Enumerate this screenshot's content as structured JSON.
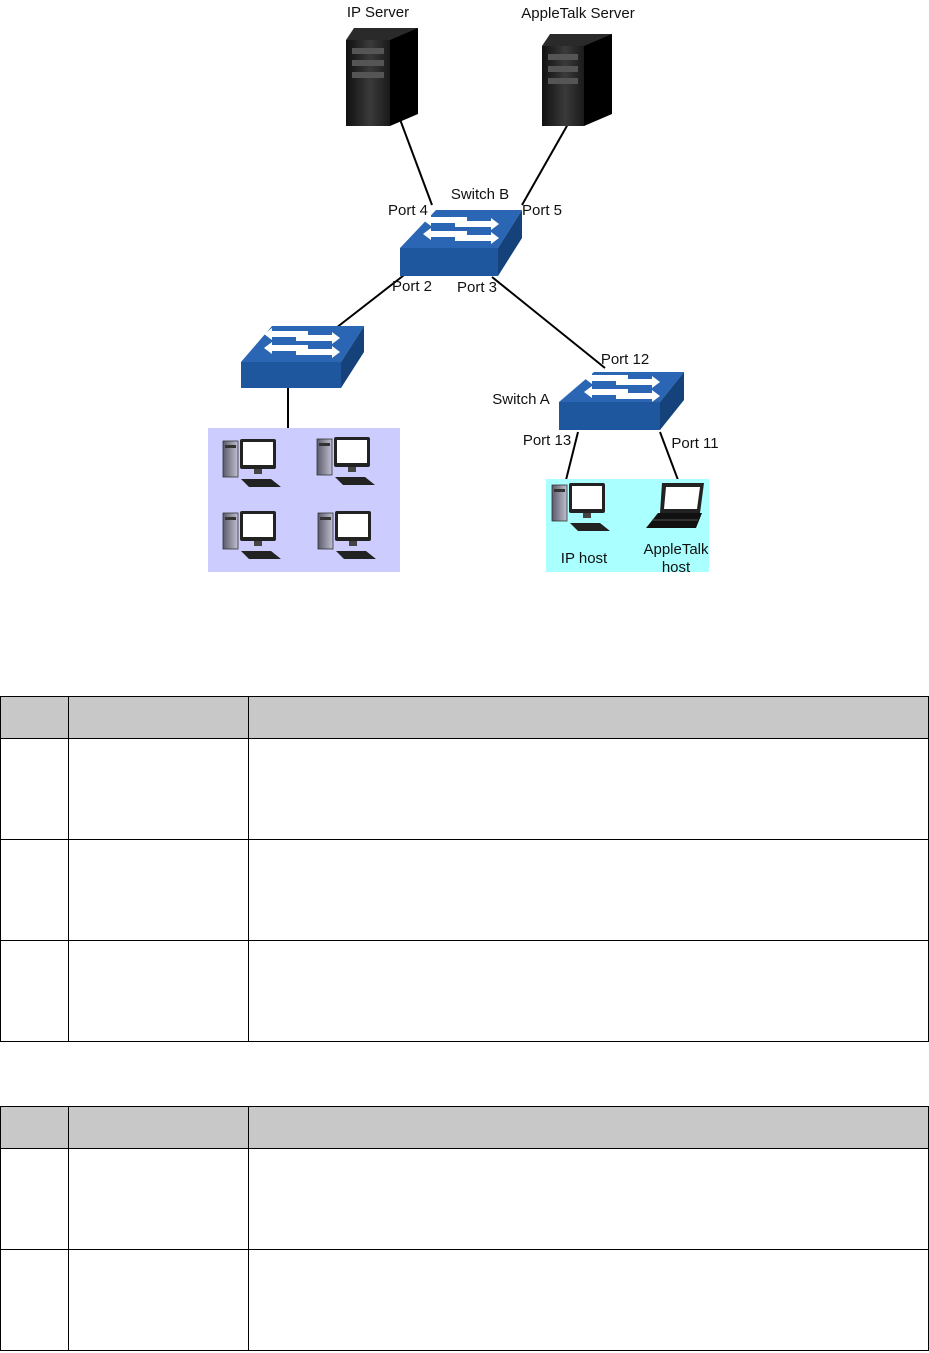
{
  "diagram": {
    "servers": [
      {
        "id": "ip-server",
        "label": "IP Server"
      },
      {
        "id": "appletalk-server",
        "label": "AppleTalk Server"
      }
    ],
    "switches": [
      {
        "id": "switch-b",
        "label": "Switch B"
      },
      {
        "id": "switch-a",
        "label": "Switch A"
      },
      {
        "id": "switch-c",
        "label": ""
      }
    ],
    "ports": {
      "port4": "Port 4",
      "port5": "Port 5",
      "port2": "Port 2",
      "port3": "Port 3",
      "port12": "Port 12",
      "port13": "Port 13",
      "port11": "Port 11"
    },
    "hosts": {
      "ip_host": "IP host",
      "appletalk_host_line1": "AppleTalk",
      "appletalk_host_line2": "host"
    },
    "colors": {
      "switch_top": "#2a66b4",
      "switch_front": "#1f579e",
      "switch_side": "#15427b",
      "pc_group_bg": "#ccccff",
      "host_group_bg": "#aaffff",
      "table_header_bg": "#c8c8c8"
    }
  },
  "tables": [
    {
      "rows": 3
    },
    {
      "rows": 2
    }
  ]
}
